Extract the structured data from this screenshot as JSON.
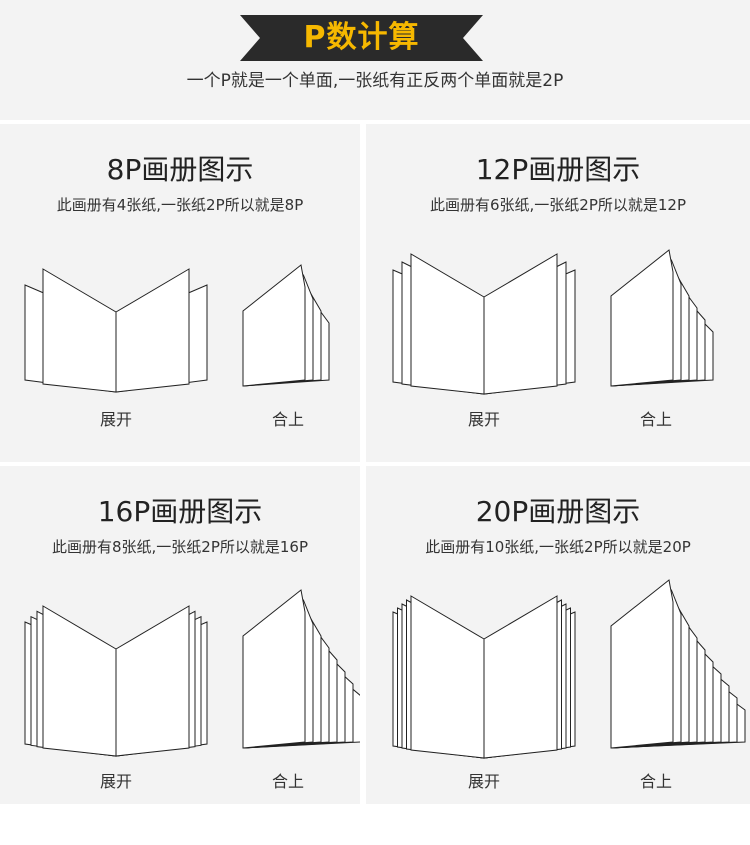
{
  "header": {
    "title": "P数计算",
    "subtitle": "一个P就是一个单面,一张纸有正反两个单面就是2P"
  },
  "colors": {
    "banner_bg": "#2a2a2a",
    "banner_text": "#f6b800",
    "panel_bg": "#f3f3f3",
    "line": "#222222"
  },
  "panels": [
    {
      "title": "8P画册图示",
      "desc": "此画册有4张纸,一张纸2P所以就是8P",
      "open_label": "展开",
      "closed_label": "合上",
      "sheets": 4
    },
    {
      "title": "12P画册图示",
      "desc": "此画册有6张纸,一张纸2P所以就是12P",
      "open_label": "展开",
      "closed_label": "合上",
      "sheets": 6
    },
    {
      "title": "16P画册图示",
      "desc": "此画册有8张纸,一张纸2P所以就是16P",
      "open_label": "展开",
      "closed_label": "合上",
      "sheets": 8
    },
    {
      "title": "20P画册图示",
      "desc": "此画册有10张纸,一张纸2P所以就是20P",
      "open_label": "展开",
      "closed_label": "合上",
      "sheets": 10
    }
  ]
}
